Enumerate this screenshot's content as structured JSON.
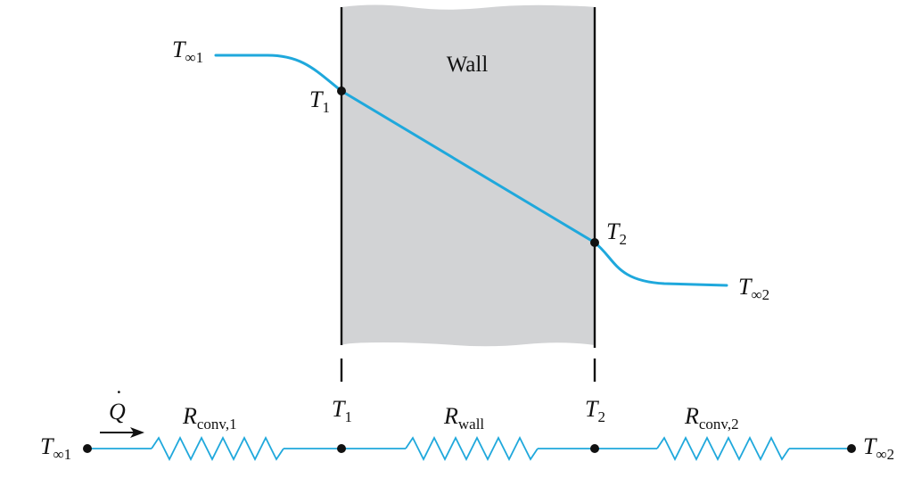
{
  "colors": {
    "curve": "#1fa8dc",
    "wall_fill": "#d2d3d5",
    "ink": "#111111"
  },
  "wall": {
    "label": "Wall"
  },
  "profile": {
    "t_inf1": {
      "base": "T",
      "sub": "∞1"
    },
    "t1": {
      "base": "T",
      "sub": "1"
    },
    "t2": {
      "base": "T",
      "sub": "2"
    },
    "t_inf2": {
      "base": "T",
      "sub": "∞2"
    }
  },
  "circuit": {
    "heat_rate": "Q",
    "heat_rate_dot": "˙",
    "node_inf1": {
      "base": "T",
      "sub": "∞1"
    },
    "node_t1": {
      "base": "T",
      "sub": "1"
    },
    "node_t2": {
      "base": "T",
      "sub": "2"
    },
    "node_inf2": {
      "base": "T",
      "sub": "∞2"
    },
    "r_conv1": {
      "base": "R",
      "sub": "conv,1"
    },
    "r_wall": {
      "base": "R",
      "sub": "wall"
    },
    "r_conv2": {
      "base": "R",
      "sub": "conv,2"
    }
  }
}
